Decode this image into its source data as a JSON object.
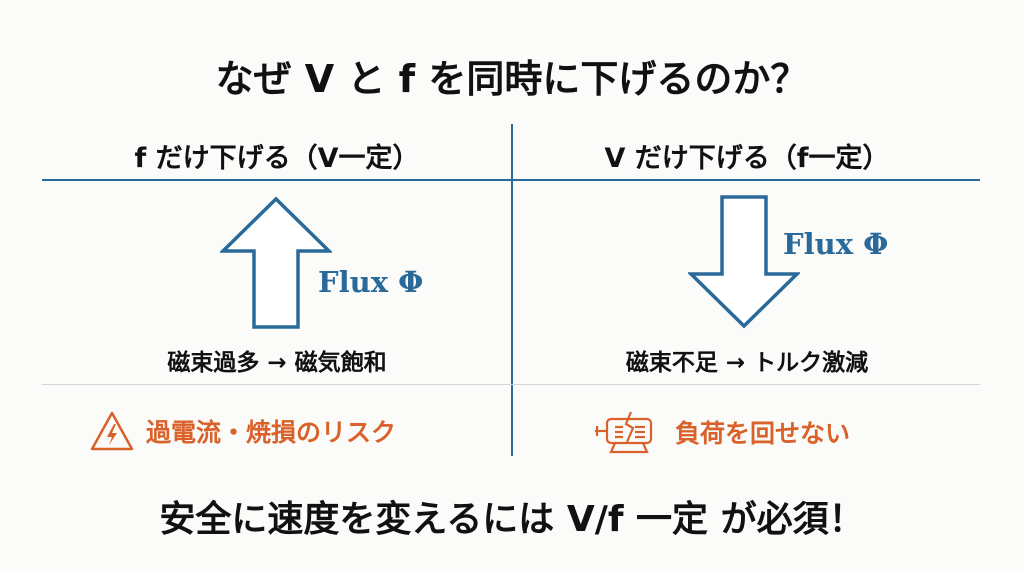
{
  "title": "なぜ V と f を同時に下げるのか？",
  "left": {
    "header": "f だけ下げる（V一定）",
    "flux_label": "Flux Φ",
    "effect": "磁束過多 → 磁気飽和",
    "risk": "過電流・焼損のリスク",
    "risk_icon": "warning-lightning-icon"
  },
  "right": {
    "header": "V だけ下げる（f一定）",
    "flux_label": "Flux Φ",
    "effect": "磁束不足 → トルク激減",
    "risk": "負荷を回せない",
    "risk_icon": "broken-motor-icon"
  },
  "conclusion": "安全に速度を変えるには V/f 一定 が必須！",
  "colors": {
    "blue": "#2a6a9a",
    "orange": "#d9622b"
  }
}
